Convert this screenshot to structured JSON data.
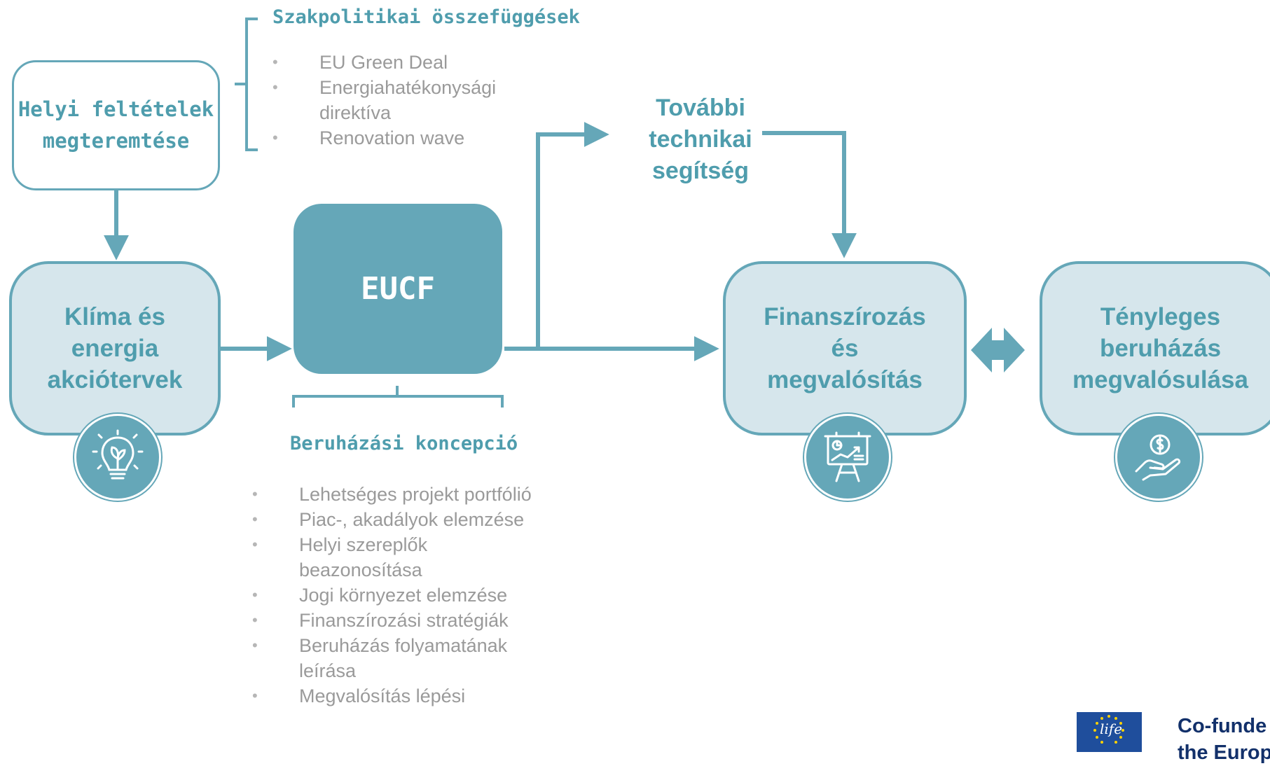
{
  "colors": {
    "accent": "#65a7b8",
    "accent_text": "#4f9dad",
    "soft_fill": "#d6e6ec",
    "bullet_text": "#9a9a9a",
    "logo_blue": "#1f4e9c"
  },
  "helyi": {
    "line1": "Helyi feltételek",
    "line2": "megteremtése"
  },
  "szakpolitikai": {
    "title": "Szakpolitikai összefüggések",
    "items": [
      "EU Green Deal",
      "Energiahatékonysági direktíva",
      "Renovation wave"
    ]
  },
  "klima": {
    "line1": "Klíma és",
    "line2": "energia",
    "line3": "akciótervek",
    "icon": "lightbulb-leaf-icon"
  },
  "eucf": {
    "label": "EUCF"
  },
  "beruhazasi": {
    "title": "Beruházási koncepció",
    "items": [
      "Lehetséges projekt portfólió",
      "Piac-, akadályok elemzése",
      "Helyi szereplők beazonosítása",
      "Jogi környezet elemzése",
      "Finanszírozási stratégiák",
      "Beruházás folyamatának leírása",
      "Megvalósítás lépési"
    ]
  },
  "tovabbi": {
    "line1": "További",
    "line2": "technikai",
    "line3": "segítség"
  },
  "finanszirozas": {
    "line1": "Finanszírozás",
    "line2": "és",
    "line3": "megvalósítás",
    "icon": "presentation-chart-icon"
  },
  "tenyleges": {
    "line1": "Tényleges",
    "line2": "beruházás",
    "line3": "megvalósulása",
    "icon": "hand-coin-icon"
  },
  "logo": {
    "line1": "Co-funde",
    "line2": "the Europ",
    "badge": "life",
    "icon": "eu-life-logo-icon"
  }
}
